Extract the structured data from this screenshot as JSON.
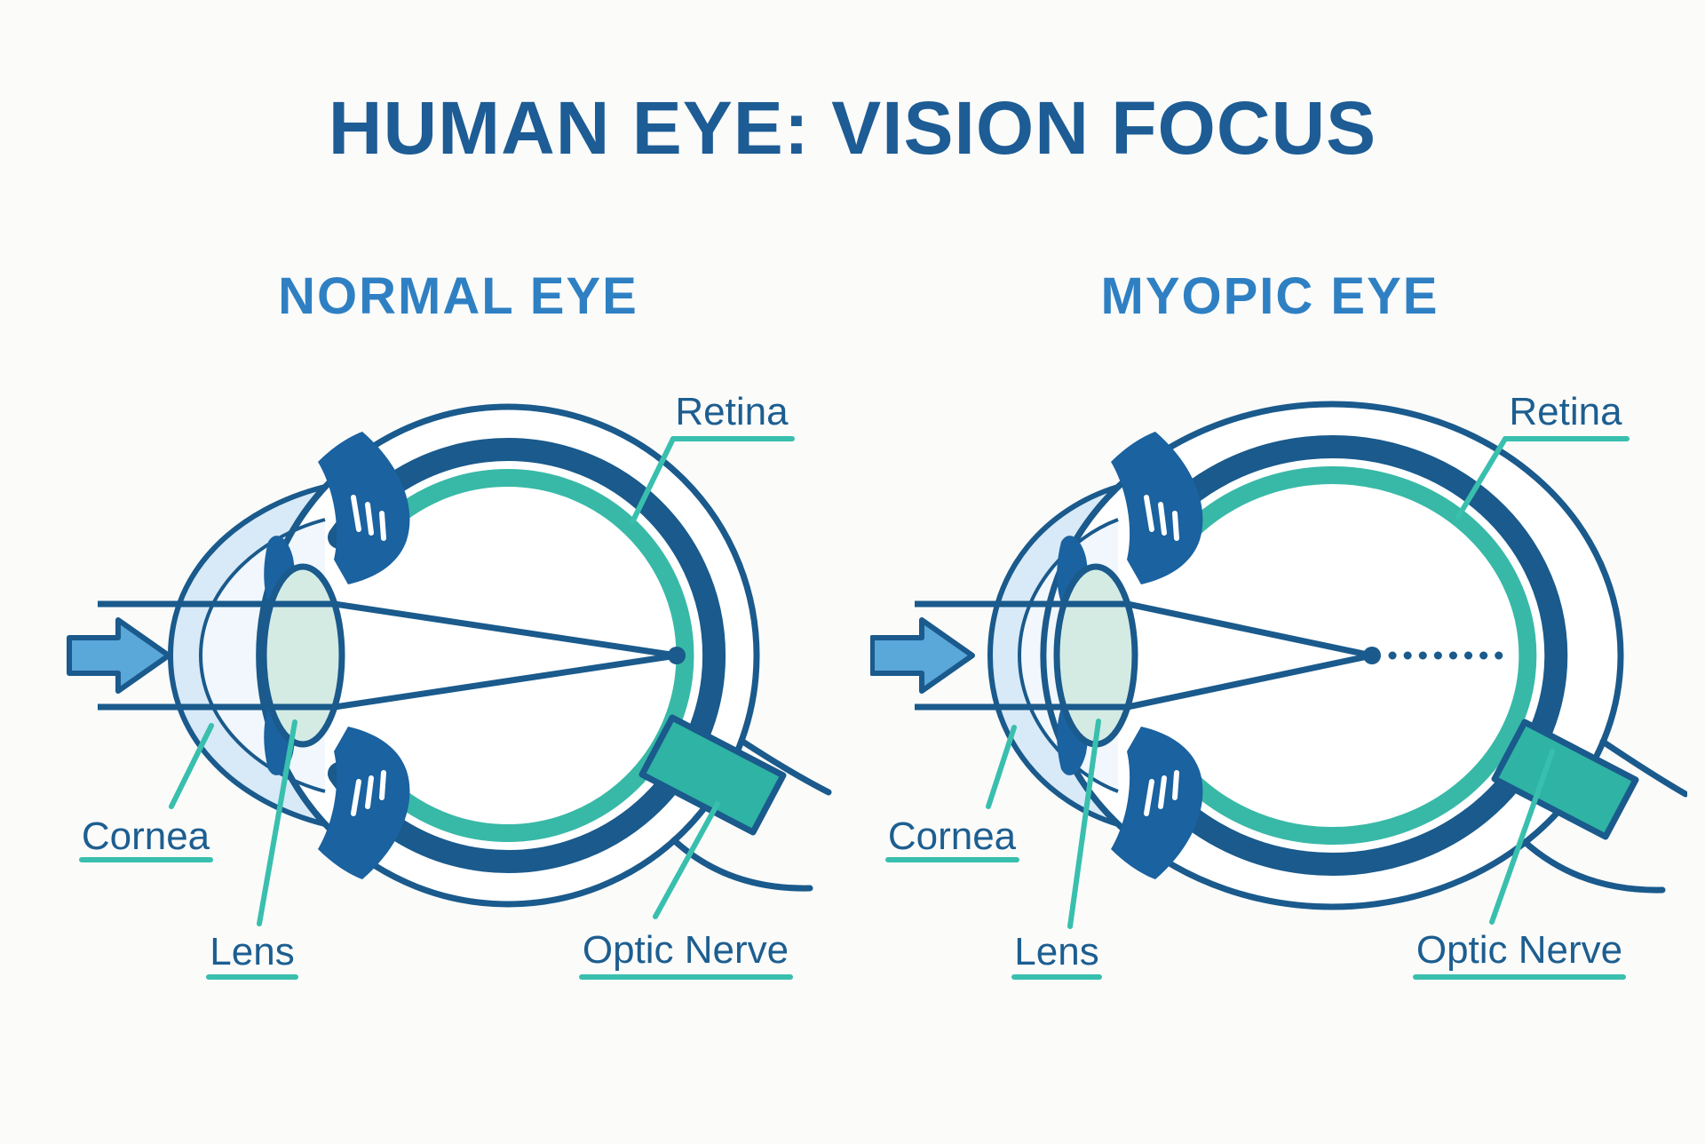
{
  "title": "HUMAN EYE: VISION FOCUS",
  "panels": [
    {
      "subtitle": "NORMAL EYE",
      "labels": {
        "retina": "Retina",
        "cornea": "Cornea",
        "lens": "Lens",
        "optic_nerve": "Optic Nerve"
      }
    },
    {
      "subtitle": "MYOPIC EYE",
      "labels": {
        "retina": "Retina",
        "cornea": "Cornea",
        "lens": "Lens",
        "optic_nerve": "Optic Nerve"
      }
    }
  ],
  "icons": {
    "light_arrow": "right-arrow"
  },
  "colors": {
    "background": "#fbfbfa",
    "outline_navy": "#1a5a8c",
    "title_blue": "#1d5c94",
    "subtitle_blue": "#2f80c3",
    "label_blue": "#1d5e90",
    "leader_teal": "#39bfae",
    "retina_teal": "#38b9a7",
    "optic_nerve_teal": "#2eb3a4",
    "lens_fill": "#d4ebe4",
    "cornea_fill": "#d8e9f7",
    "anterior_chamber": "#f1f7fc",
    "iris_fill": "#1a62a0",
    "arrow_fill": "#5aa7da"
  }
}
